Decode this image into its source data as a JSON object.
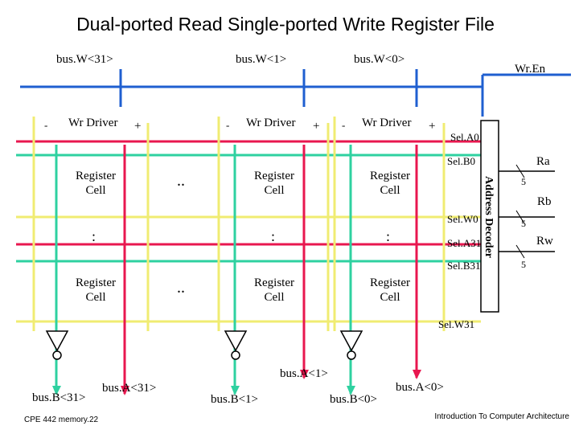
{
  "title": "Dual-ported Read Single-ported Write Register File",
  "buses": {
    "w31": "bus.W<31>",
    "w1": "bus.W<1>",
    "w0": "bus.W<0>",
    "wren": "Wr.En"
  },
  "drivers": {
    "label": "Wr Driver",
    "minus": "-",
    "plus": "+"
  },
  "cells": {
    "label_line1": "Register",
    "label_line2": "Cell"
  },
  "ellipsis_h": "..",
  "ellipsis_v": ":",
  "select_lines": {
    "sela0": "Sel.A0",
    "selb0": "Sel.B0",
    "selw0": "Sel.W0",
    "sela31": "Sel.A31",
    "selb31": "Sel.B31",
    "selw31": "Sel.W31"
  },
  "decoder": {
    "label": "Address Decoder",
    "inputs": [
      {
        "name": "Ra",
        "width": "5"
      },
      {
        "name": "Rb",
        "width": "5"
      },
      {
        "name": "Rw",
        "width": "5"
      }
    ]
  },
  "outputs": {
    "a31": "bus.A<31>",
    "b31": "bus.B<31>",
    "a1": "bus.A<1>",
    "b1": "bus.B<1>",
    "a0": "bus.A<0>",
    "b0": "bus.B<0>"
  },
  "footer": {
    "left": "CPE 442  memory.22",
    "right": "Introduction To Computer Architecture"
  },
  "colors": {
    "write_bus": "#1f5fd0",
    "sel_a": "#e8174f",
    "sel_b": "#2ed1a0",
    "sel_w": "#f0ec72",
    "wire": "#000000"
  }
}
